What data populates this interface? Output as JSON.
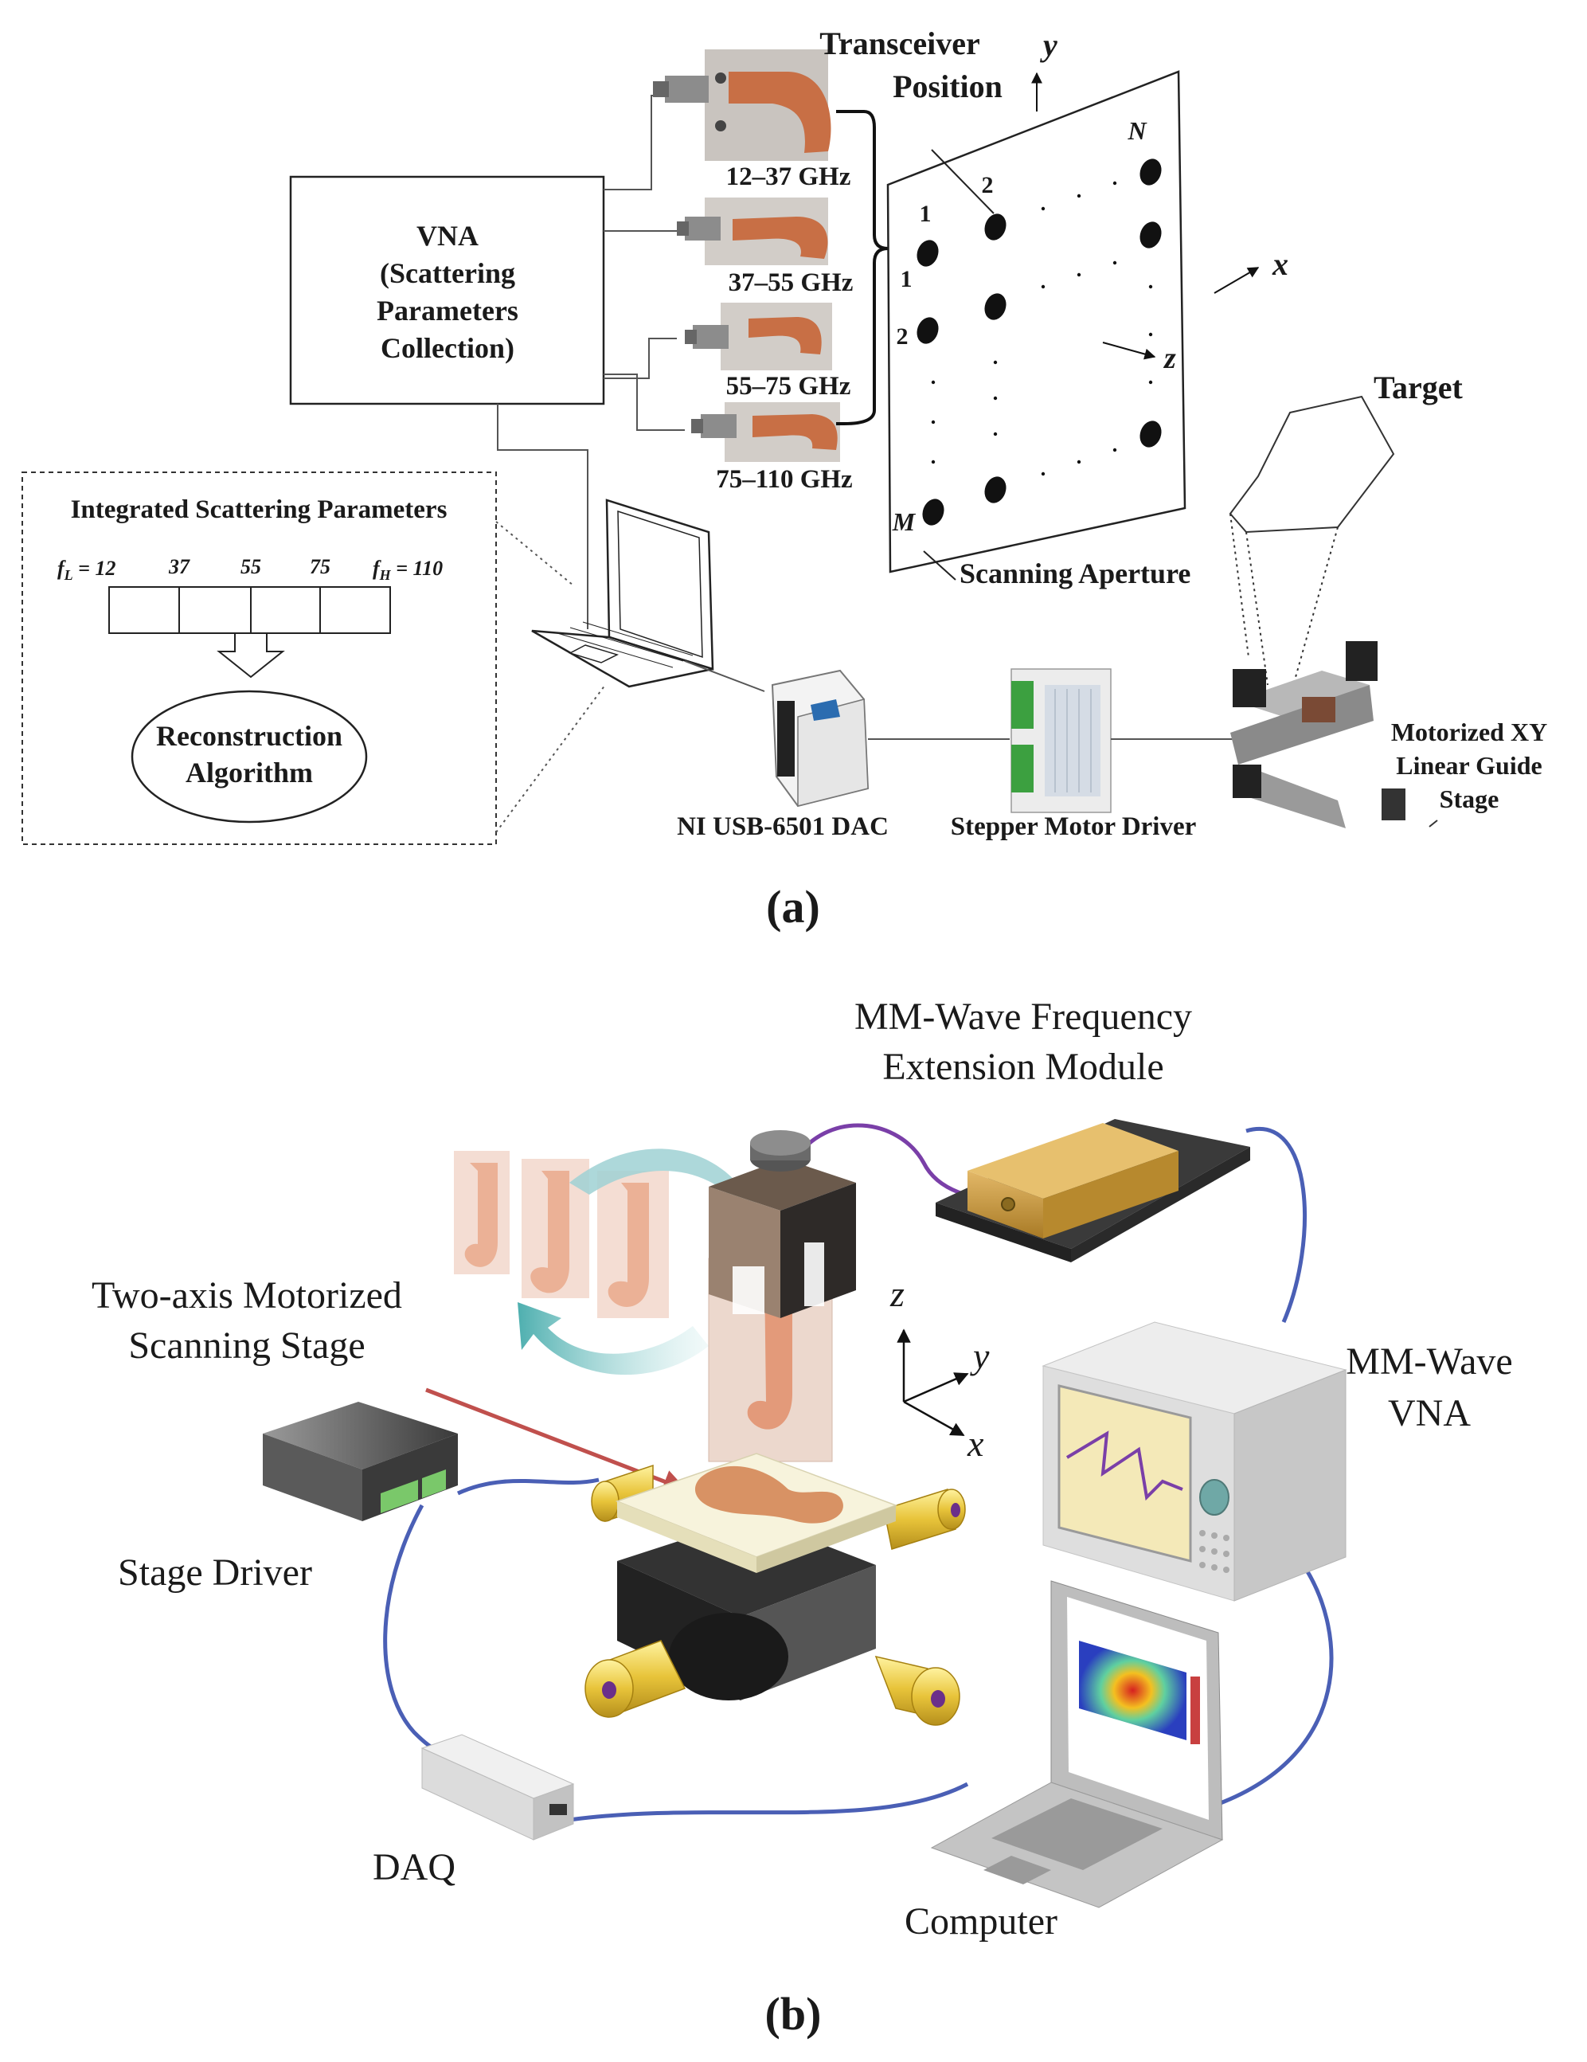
{
  "panel_a": {
    "caption": "(a)",
    "vna": [
      "VNA",
      "(Scattering",
      "Parameters",
      "Collection)"
    ],
    "antennas": [
      "12–37 GHz",
      "37–55  GHz",
      "55–75  GHz",
      "75–110  GHz"
    ],
    "transceiver_title": [
      "Transceiver",
      "Position"
    ],
    "axis_x": "x",
    "axis_y": "y",
    "axis_z": "z",
    "grid_labels": {
      "col1": "1",
      "col2": "2",
      "colN": "N",
      "row1": "1",
      "row2": "2",
      "rowM": "M"
    },
    "target": "Target",
    "aperture": "Scanning Aperture",
    "isp": {
      "title": "Integrated Scattering Parameters",
      "f_low_prefix": "f",
      "f_low_sub": "L",
      "f_low_val": " = 12",
      "mid": [
        "37",
        "55",
        "75"
      ],
      "f_high_prefix": "f",
      "f_high_sub": "H",
      "f_high_val": " = 110",
      "algorithm": [
        "Reconstruction",
        "Algorithm"
      ]
    },
    "dac": "NI USB-6501 DAC",
    "driver": "Stepper Motor Driver",
    "stage": [
      "Motorized XY",
      "Linear Guide",
      "Stage"
    ]
  },
  "panel_b": {
    "caption": "(b)",
    "ext_module": [
      "MM-Wave Frequency",
      "Extension Module"
    ],
    "scan_stage": [
      "Two-axis Motorized",
      "Scanning Stage"
    ],
    "vna": [
      "MM-Wave",
      "VNA"
    ],
    "stage_driver": "Stage Driver",
    "daq": "DAQ",
    "computer": "Computer",
    "axis_x": "x",
    "axis_y": "y",
    "axis_z": "z"
  },
  "colors": {
    "cable": "#4a5fb5",
    "copper": "#e09a78",
    "brass": "#c99a35",
    "arrow_red": "#c0504d"
  }
}
